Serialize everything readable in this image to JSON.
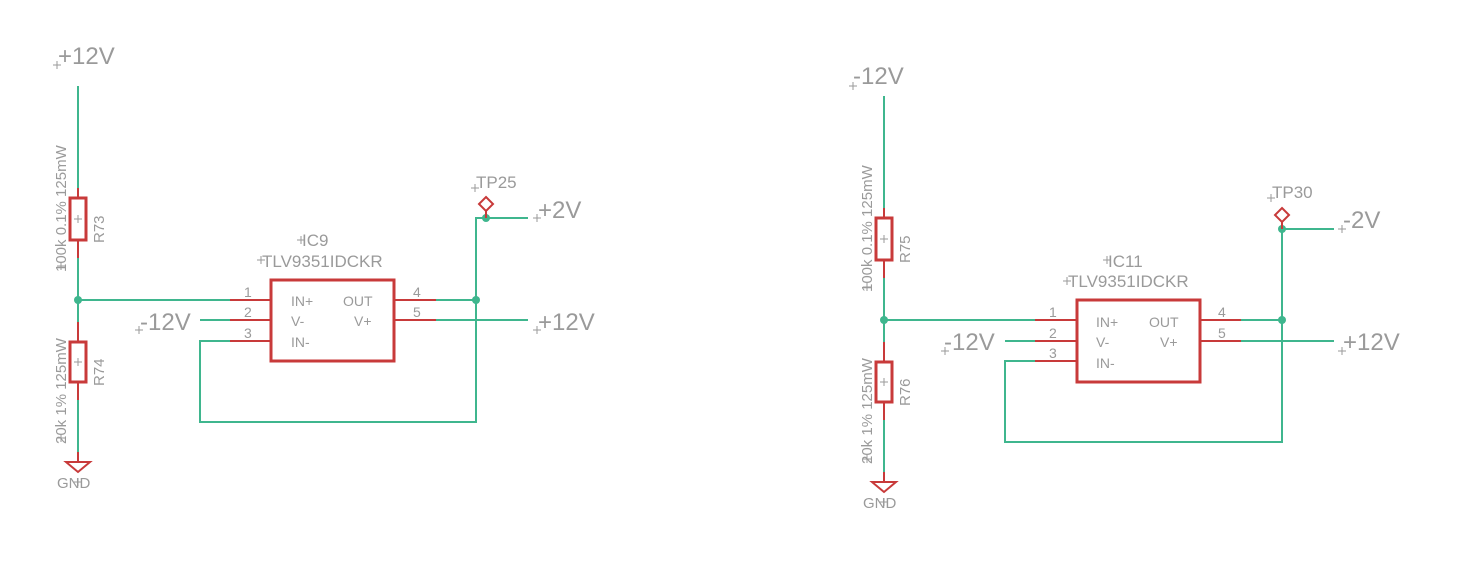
{
  "left": {
    "supply_top": "+12V",
    "r_top_value": "100k 0.1% 125mW",
    "r_top_name": "R73",
    "r_bot_value": "20k 1% 125mW",
    "r_bot_name": "R74",
    "gnd": "GND",
    "ic_name": "IC9",
    "ic_part": "TLV9351IDCKR",
    "neg_supply": "-12V",
    "pos_supply": "+12V",
    "tp_name": "TP25",
    "out_net": "+2V",
    "pins": {
      "in_plus": "IN+",
      "v_minus": "V-",
      "in_minus": "IN-",
      "out": "OUT",
      "v_plus": "V+",
      "p1": "1",
      "p2": "2",
      "p3": "3",
      "p4": "4",
      "p5": "5"
    }
  },
  "right": {
    "supply_top": "-12V",
    "r_top_value": "100k 0.1% 125mW",
    "r_top_name": "R75",
    "r_bot_value": "20k 1% 125mW",
    "r_bot_name": "R76",
    "gnd": "GND",
    "ic_name": "IC11",
    "ic_part": "TLV9351IDCKR",
    "neg_supply": "-12V",
    "pos_supply": "+12V",
    "tp_name": "TP30",
    "out_net": "-2V",
    "pins": {
      "in_plus": "IN+",
      "v_minus": "V-",
      "in_minus": "IN-",
      "out": "OUT",
      "v_plus": "V+",
      "p1": "1",
      "p2": "2",
      "p3": "3",
      "p4": "4",
      "p5": "5"
    }
  },
  "colors": {
    "wire": "#3fb68e",
    "component": "#c83a3a",
    "text": "#9a9a9a"
  }
}
